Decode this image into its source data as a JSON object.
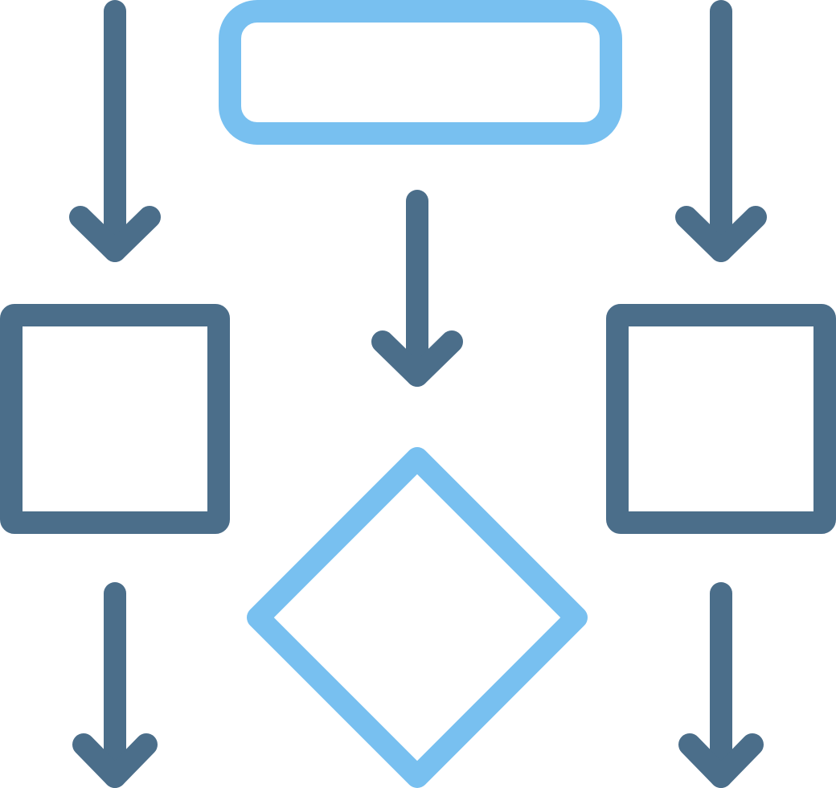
{
  "icon": {
    "name": "flowchart-icon",
    "colors": {
      "primary": "#4B6E8A",
      "accent": "#78C0F0",
      "background": "#FFFFFF"
    },
    "shapes": [
      {
        "name": "top-process-box",
        "kind": "rounded-rectangle",
        "color": "accent"
      },
      {
        "name": "left-process-box",
        "kind": "square",
        "color": "primary"
      },
      {
        "name": "right-process-box",
        "kind": "square",
        "color": "primary"
      },
      {
        "name": "decision-diamond",
        "kind": "diamond",
        "color": "accent"
      },
      {
        "name": "arrow-top-left",
        "kind": "down-arrow",
        "color": "primary"
      },
      {
        "name": "arrow-top-center",
        "kind": "down-arrow",
        "color": "primary"
      },
      {
        "name": "arrow-top-right",
        "kind": "down-arrow",
        "color": "primary"
      },
      {
        "name": "arrow-bottom-left",
        "kind": "down-arrow",
        "color": "primary"
      },
      {
        "name": "arrow-bottom-right",
        "kind": "down-arrow",
        "color": "primary"
      }
    ]
  }
}
